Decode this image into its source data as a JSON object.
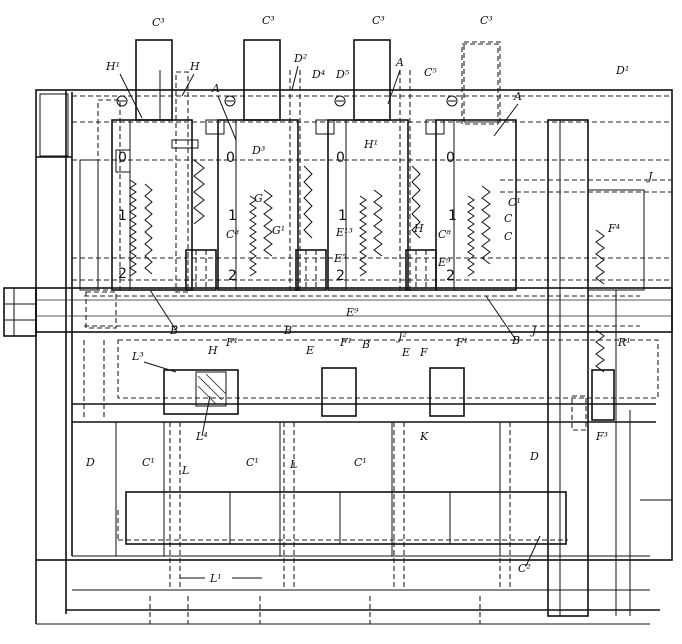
{
  "labels": {
    "c3": "C³",
    "h1": "H¹",
    "h": "H",
    "a": "A",
    "d2": "D²",
    "d4": "D⁴",
    "d5": "D⁵",
    "c5": "C⁵",
    "d1": "D¹",
    "d3": "D³",
    "g": "G",
    "g1": "G¹",
    "c8": "C⁸",
    "e13": "E¹³",
    "e5": "E⁵",
    "e9": "E⁹",
    "c1": "C¹",
    "c": "C",
    "j": "J",
    "f4": "F⁴",
    "b": "B",
    "f1": "F¹",
    "e": "E",
    "j2": "J²",
    "f": "F",
    "r1": "R¹",
    "l3": "L³",
    "l4": "L⁴",
    "k": "K",
    "d": "D",
    "l": "L",
    "f3": "F³",
    "l1": "L¹",
    "c2": "C²",
    "n0": "0",
    "n1": "1",
    "n2": "2"
  }
}
